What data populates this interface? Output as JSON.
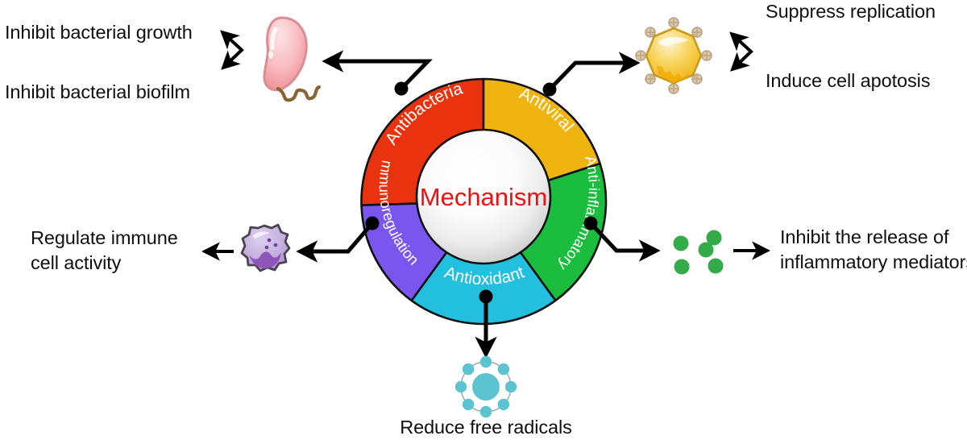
{
  "diagram": {
    "title": "Mechanism",
    "center_label": "Mechanism",
    "center_text_color": "#ee1111",
    "background": "#ffffff"
  },
  "wheel": {
    "segments": [
      {
        "id": "antibacterial",
        "label": "Antibacterial",
        "color": "#e8330e",
        "label_color": "#ffffff",
        "start_angle": -90,
        "end_angle": -162
      },
      {
        "id": "antiviral",
        "label": "Antiviral",
        "color": "#f0b410",
        "label_color": "#ffffff",
        "start_angle": -90,
        "end_angle": -18
      },
      {
        "id": "anti-inflammatory",
        "label": "Anti-inflammatory",
        "color": "#1bbd3f",
        "label_color": "#ffffff",
        "start_angle": -18,
        "end_angle": 54
      },
      {
        "id": "antioxidant",
        "label": "Antioxidant",
        "color": "#22c0de",
        "label_color": "#ffffff",
        "start_angle": 54,
        "end_angle": 126
      },
      {
        "id": "immunoregulation",
        "label": "Immunoregulation",
        "color": "#7a56ee",
        "label_color": "#ffffff",
        "start_angle": 126,
        "end_angle": 198
      }
    ]
  },
  "branches": {
    "antibacterial": {
      "icon": "bacterium-icon",
      "icon_colors": {
        "body": "#f7b7ba",
        "body_edge": "#d88f92",
        "flagellum": "#8a6434"
      },
      "outcomes": [
        {
          "text": "Inhibit bacterial growth"
        },
        {
          "text": "Inhibit bacterial biofilm"
        }
      ]
    },
    "antiviral": {
      "icon": "virus-icon",
      "icon_colors": {
        "body": "#f6c92a",
        "body_edge": "#c79a21",
        "spike": "#ddc9a8"
      },
      "outcomes": [
        {
          "text": "Suppress replication"
        },
        {
          "text": "Induce cell apotosis"
        }
      ]
    },
    "anti-inflammatory": {
      "icon": "inflammatory-mediators-icon",
      "icon_colors": {
        "dot": "#33ab48"
      },
      "outcomes": [
        {
          "line1": "Inhibit the release of",
          "line2": "inflammatory mediators"
        }
      ]
    },
    "antioxidant": {
      "icon": "free-radical-icon",
      "icon_colors": {
        "core": "#5cc4d1",
        "satellite": "#5cc4d1",
        "ring": "#9aa7ad"
      },
      "outcomes": [
        {
          "text": "Reduce free radicals"
        }
      ]
    },
    "immunoregulation": {
      "icon": "immune-cell-icon",
      "icon_colors": {
        "membrane": "#c3aede",
        "nucleus": "#8e55b8",
        "edge": "#4c4350"
      },
      "outcomes": [
        {
          "line1": "Regulate immune",
          "line2": "cell activity"
        }
      ]
    }
  }
}
